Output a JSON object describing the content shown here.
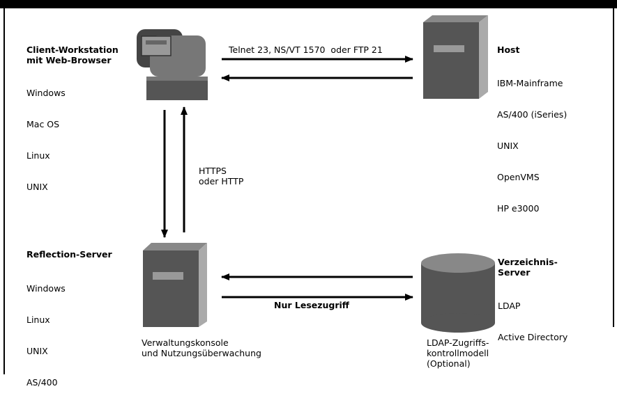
{
  "client": {
    "title_line1": "Client-Workstation",
    "title_line2": "mit Web-Browser",
    "os": [
      "Windows",
      "Mac OS",
      "Linux",
      "UNIX"
    ]
  },
  "host": {
    "title": "Host",
    "systems": [
      "IBM-Mainframe",
      "AS/400 (iSeries)",
      "UNIX",
      "OpenVMS",
      "HP e3000"
    ]
  },
  "connections": {
    "telnet_label": "Telnet 23, NS/VT 1570  oder FTP 21",
    "https_line1": "HTTPS",
    "https_line2": "oder HTTP",
    "readonly_label": "Nur Lesezugriff"
  },
  "reflection": {
    "title": "Reflection-Server",
    "os": [
      "Windows",
      "Linux",
      "UNIX",
      "AS/400"
    ],
    "caption_line1": "Verwaltungskonsole",
    "caption_line2": "und Nutzungsüberwachung"
  },
  "directory": {
    "title_line1": "Verzeichnis-",
    "title_line2": "Server",
    "items": [
      "LDAP",
      "Active Directory"
    ],
    "caption_line1": "LDAP-Zugriffs-",
    "caption_line2": "kontrollmodell",
    "caption_line3": "(Optional)"
  }
}
